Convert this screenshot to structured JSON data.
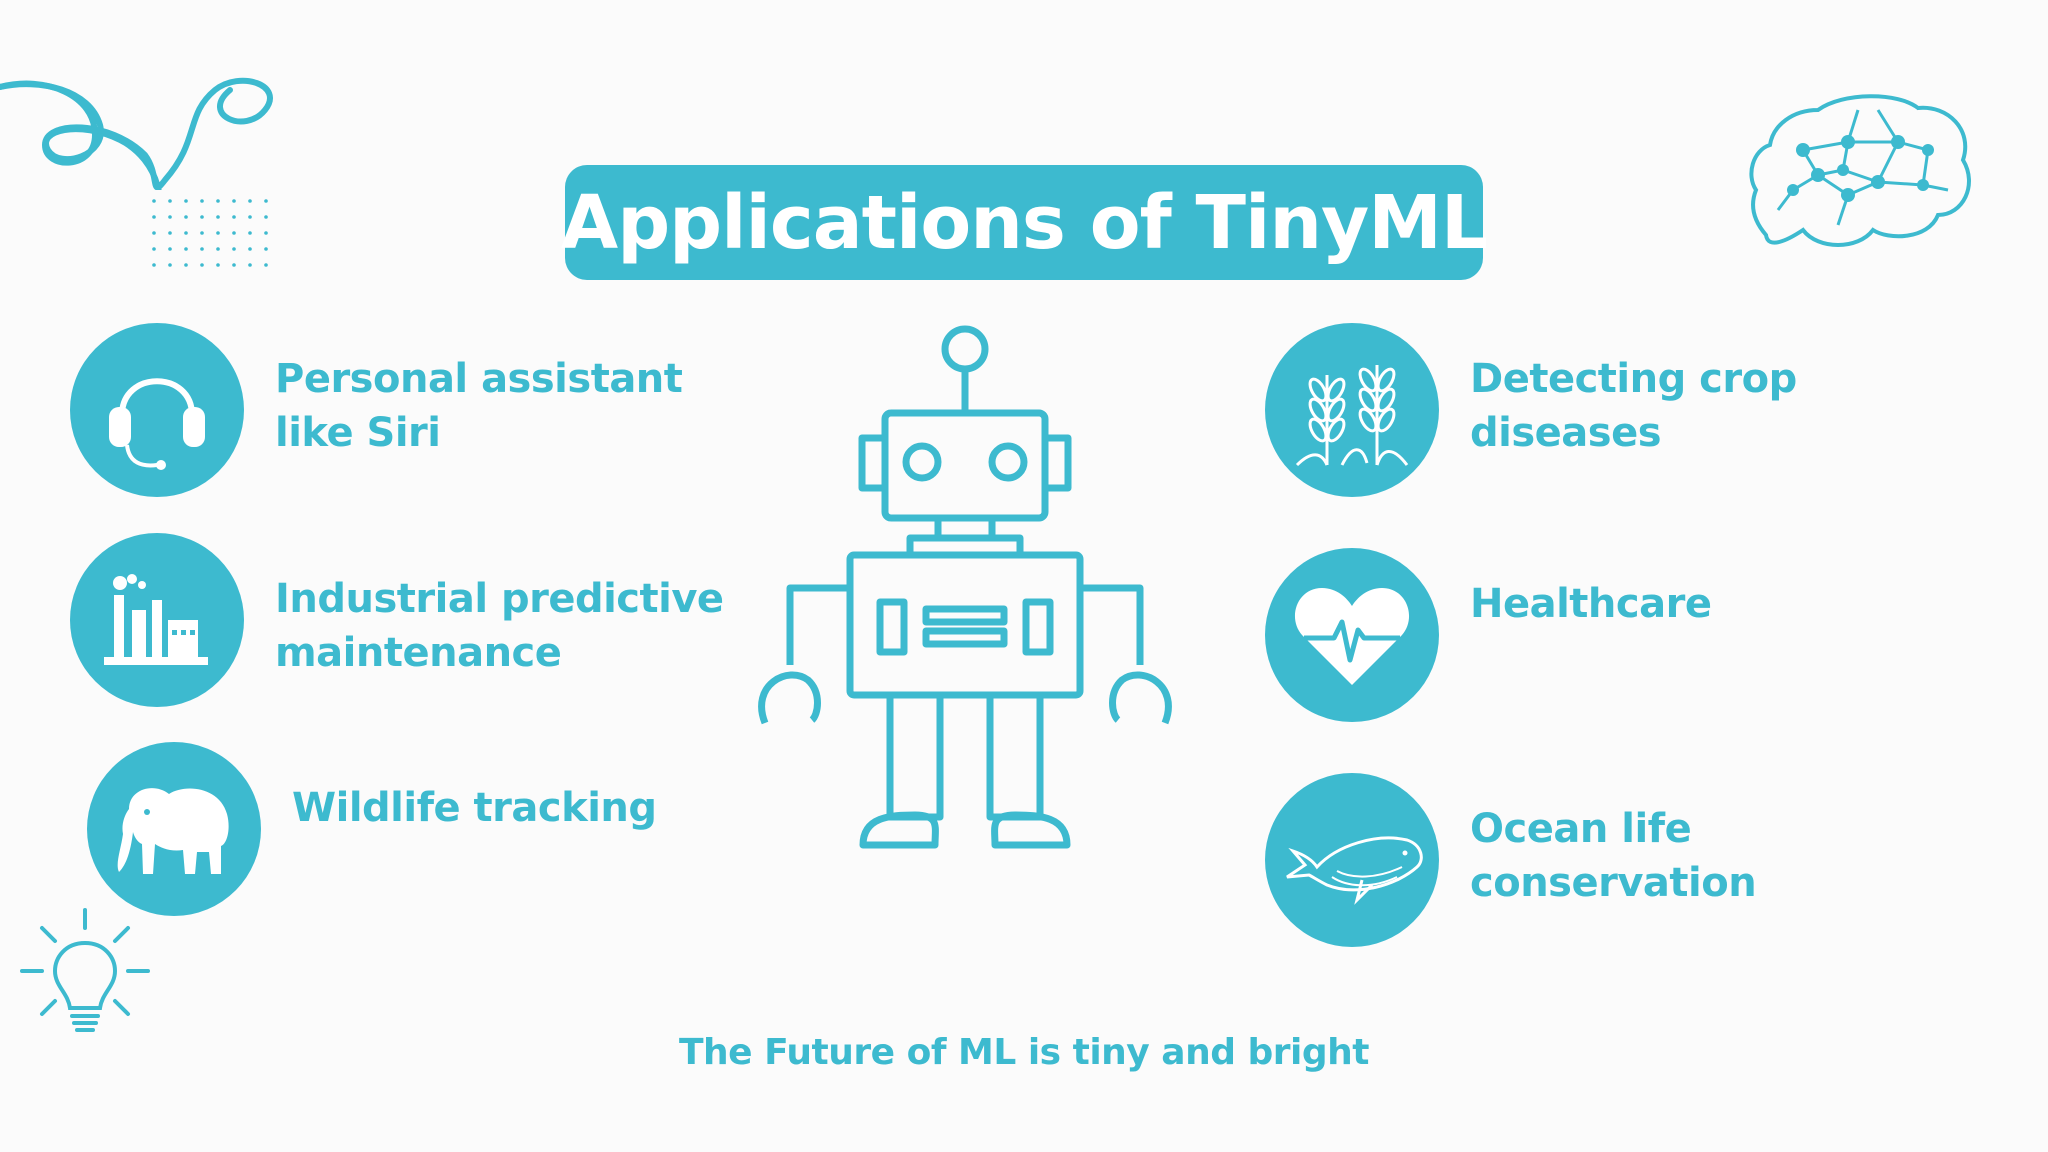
{
  "title": "Applications of TinyML",
  "footer": "The Future of ML is tiny and bright",
  "colors": {
    "accent": "#3dbacf",
    "background": "#fbfbfb",
    "text_on_accent": "#ffffff"
  },
  "applications_left": [
    {
      "icon": "headset-icon",
      "label": "Personal assistant like Siri"
    },
    {
      "icon": "factory-icon",
      "label": "Industrial predictive maintenance"
    },
    {
      "icon": "elephant-icon",
      "label": "Wildlife tracking"
    }
  ],
  "applications_right": [
    {
      "icon": "wheat-icon",
      "label": "Detecting crop diseases"
    },
    {
      "icon": "heart-pulse-icon",
      "label": "Healthcare"
    },
    {
      "icon": "whale-icon",
      "label": "Ocean life conservation"
    }
  ],
  "decorations": [
    "squiggle-icon",
    "dot-grid-icon",
    "brain-network-icon",
    "lightbulb-icon",
    "robot-icon"
  ]
}
